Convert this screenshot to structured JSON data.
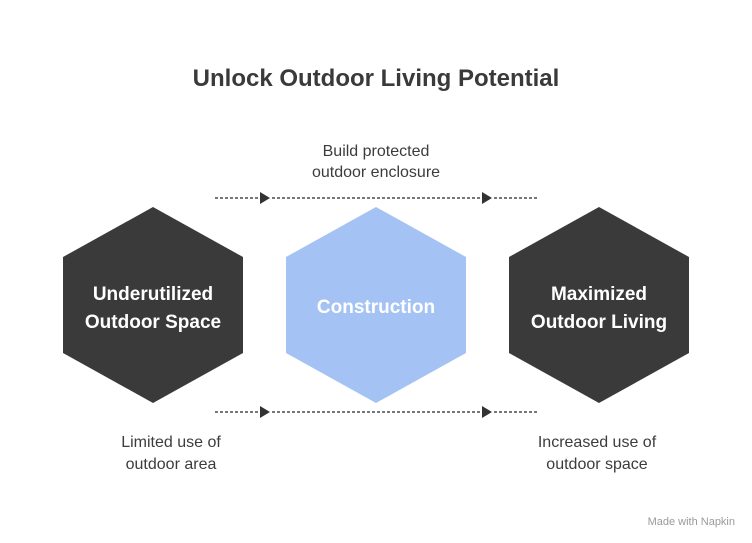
{
  "title": "Unlock Outdoor Living Potential",
  "top_caption": [
    "Build protected",
    "outdoor enclosure"
  ],
  "stages": [
    {
      "label": [
        "Underutilized",
        "Outdoor Space"
      ],
      "fill": "#3a3a3a",
      "text_color": "#ffffff",
      "caption": [
        "Limited use of",
        "outdoor area"
      ]
    },
    {
      "label": [
        "Construction"
      ],
      "fill": "#a4c2f4",
      "text_color": "#ffffff",
      "caption": []
    },
    {
      "label": [
        "Maximized",
        "Outdoor Living"
      ],
      "fill": "#3a3a3a",
      "text_color": "#ffffff",
      "caption": [
        "Increased use of",
        "outdoor space"
      ]
    }
  ],
  "watermark": "Made with Napkin",
  "colors": {
    "dark_hex": "#3a3a3a",
    "accent_hex": "#a4c2f4",
    "title": "#3a3a3a",
    "text": "#3c3c3c"
  }
}
